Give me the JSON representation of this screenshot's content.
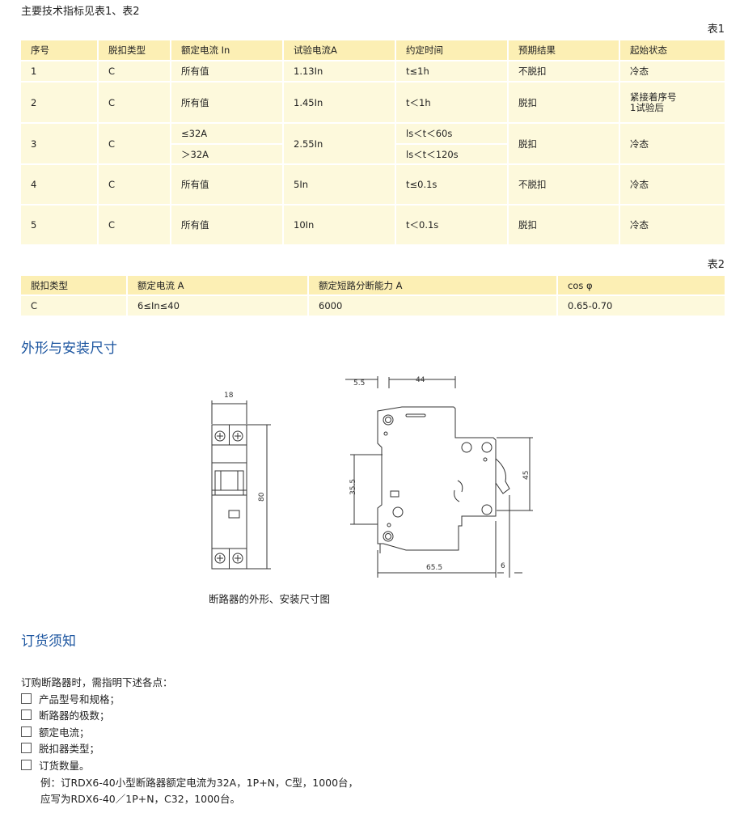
{
  "intro": "主要技术指标见表1、表2",
  "table1": {
    "label": "表1",
    "headers": [
      "序号",
      "脱扣类型",
      "额定电流 In",
      "试验电流A",
      "约定时间",
      "预期结果",
      "起始状态"
    ],
    "rows": [
      {
        "no": "1",
        "type": "C",
        "rated": "所有值",
        "test": "1.13In",
        "time": "t≤1h",
        "result": "不脱扣",
        "state": "冷态"
      },
      {
        "no": "2",
        "type": "C",
        "rated": "所有值",
        "test": "1.45In",
        "time": "t＜1h",
        "result": "脱扣",
        "state": "紧接着序号\n1试验后",
        "state_l1": "紧接着序号",
        "state_l2": "1试验后"
      },
      {
        "no": "3",
        "type": "C",
        "rated_a": "≤32A",
        "rated_b": "＞32A",
        "test": "2.55In",
        "time_a": "ls＜t＜60s",
        "time_b": "ls＜t＜120s",
        "result": "脱扣",
        "state": "冷态"
      },
      {
        "no": "4",
        "type": "C",
        "rated": "所有值",
        "test": "5In",
        "time": "t≤0.1s",
        "result": "不脱扣",
        "state": "冷态"
      },
      {
        "no": "5",
        "type": "C",
        "rated": "所有值",
        "test": "10In",
        "time": "t＜0.1s",
        "result": "脱扣",
        "state": "冷态"
      }
    ]
  },
  "table2": {
    "label": "表2",
    "headers": [
      "脱扣类型",
      "额定电流 A",
      "额定短路分断能力 A",
      "cos φ"
    ],
    "row": [
      "C",
      "6≤In≤40",
      "6000",
      "0.65-0.70"
    ]
  },
  "section_dims": {
    "title": "外形与安装尺寸",
    "caption": "断路器的外形、安装尺寸图",
    "dims": {
      "w18": "18",
      "h80": "80",
      "d55": "5.5",
      "d44": "44",
      "d355": "35.5",
      "d45": "45",
      "d655": "65.5",
      "d6": "6"
    }
  },
  "section_order": {
    "title": "订货须知",
    "lead": "订购断路器时，需指明下述各点：",
    "items": [
      "产品型号和规格；",
      "断路器的极数；",
      "额定电流；",
      "脱扣器类型；",
      "订货数量。"
    ],
    "example1": "例：订RDX6-40小型断路器额定电流为32A，1P+N，C型，1000台，",
    "example2": "应写为RDX6-40／1P+N，C32，1000台。"
  }
}
